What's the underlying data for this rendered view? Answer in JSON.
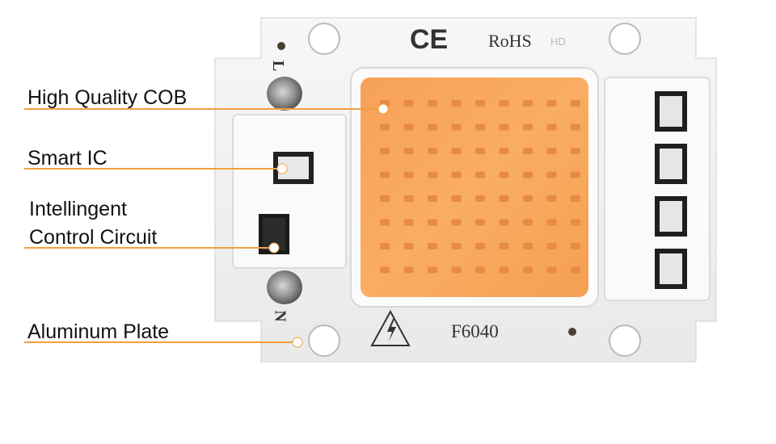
{
  "callouts": {
    "cob": "High Quality COB",
    "ic": "Smart IC",
    "circuit_line1": "Intellingent",
    "circuit_line2": "Control Circuit",
    "plate": "Aluminum Plate"
  },
  "board": {
    "ce_mark": "CE",
    "rohs": "RoHS",
    "hd": "HD",
    "model": "F6040",
    "terminal_l": "L",
    "terminal_n": "N"
  },
  "colors": {
    "callout_line": "#f0a040",
    "led_orange": "#f7a552",
    "board_white": "#f3f3f3"
  }
}
